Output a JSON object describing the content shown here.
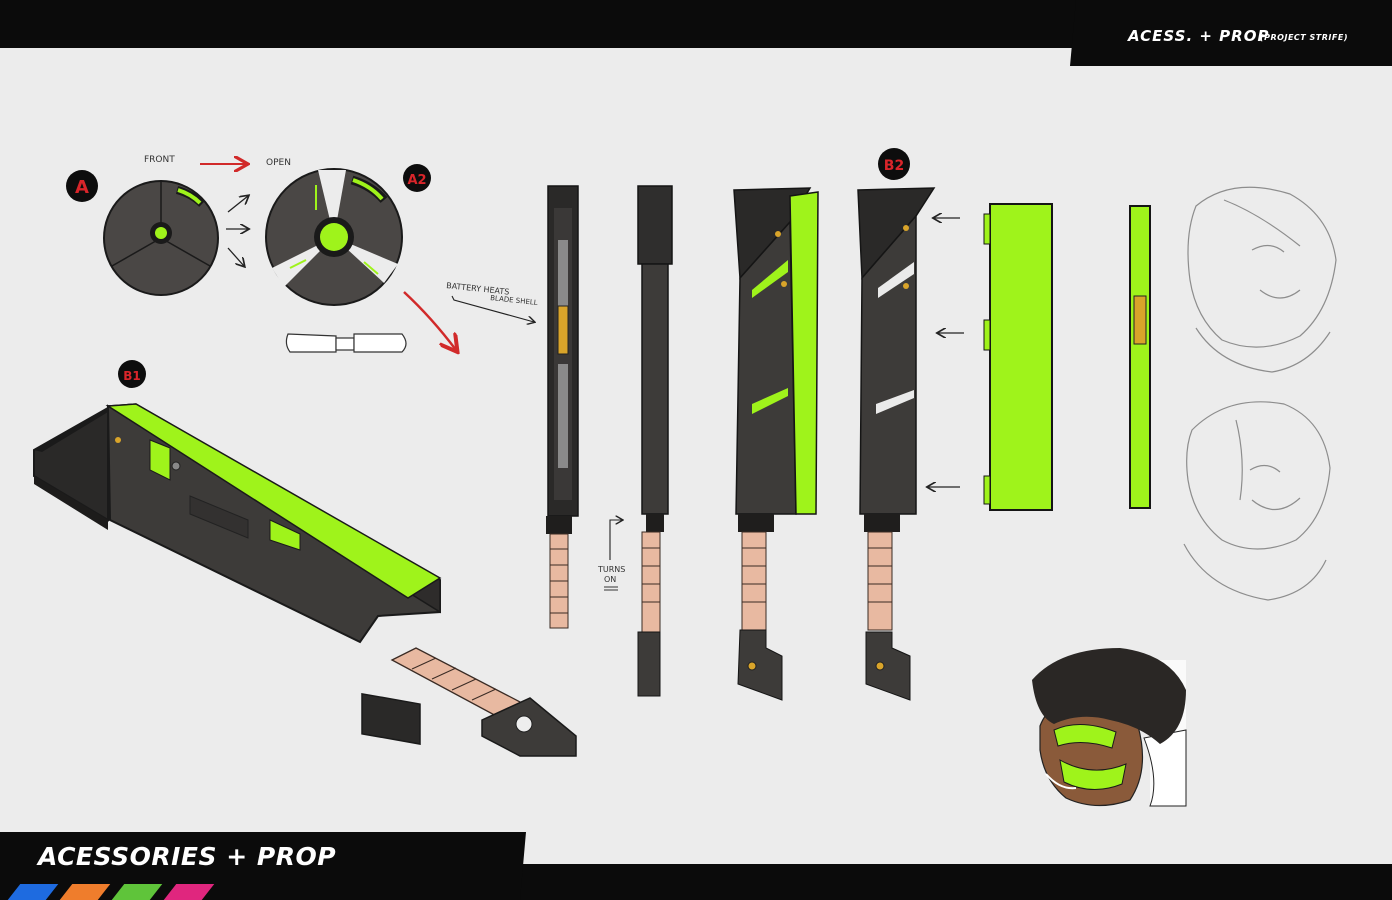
{
  "header": {
    "title": "ACESS. + PROP",
    "subtitle": "(PROJECT STRIFE)"
  },
  "footer": {
    "title": "ACESSORIES + PROP",
    "stripe_colors": [
      "#1e6be0",
      "#ef7d2c",
      "#5fc43a",
      "#e0267e"
    ]
  },
  "colors": {
    "neon_green": "#9ff31b",
    "blade_dark": "#3d3b39",
    "blade_edge": "#262524",
    "grip_skin": "#e8b9a1",
    "accent_gold": "#d9a42a",
    "label_circle": "#0d0d0d",
    "label_red": "#d9252a",
    "arrow_red": "#d12a2a"
  },
  "labels": {
    "a": "A",
    "a2": "A2",
    "b1": "B1",
    "b2": "B2",
    "front": "FRONT",
    "open": "OPEN",
    "battery_line1": "BATTERY HEATS",
    "battery_line2": "BLADE SHELL",
    "turns_line1": "TURNS",
    "turns_line2": "ON"
  }
}
